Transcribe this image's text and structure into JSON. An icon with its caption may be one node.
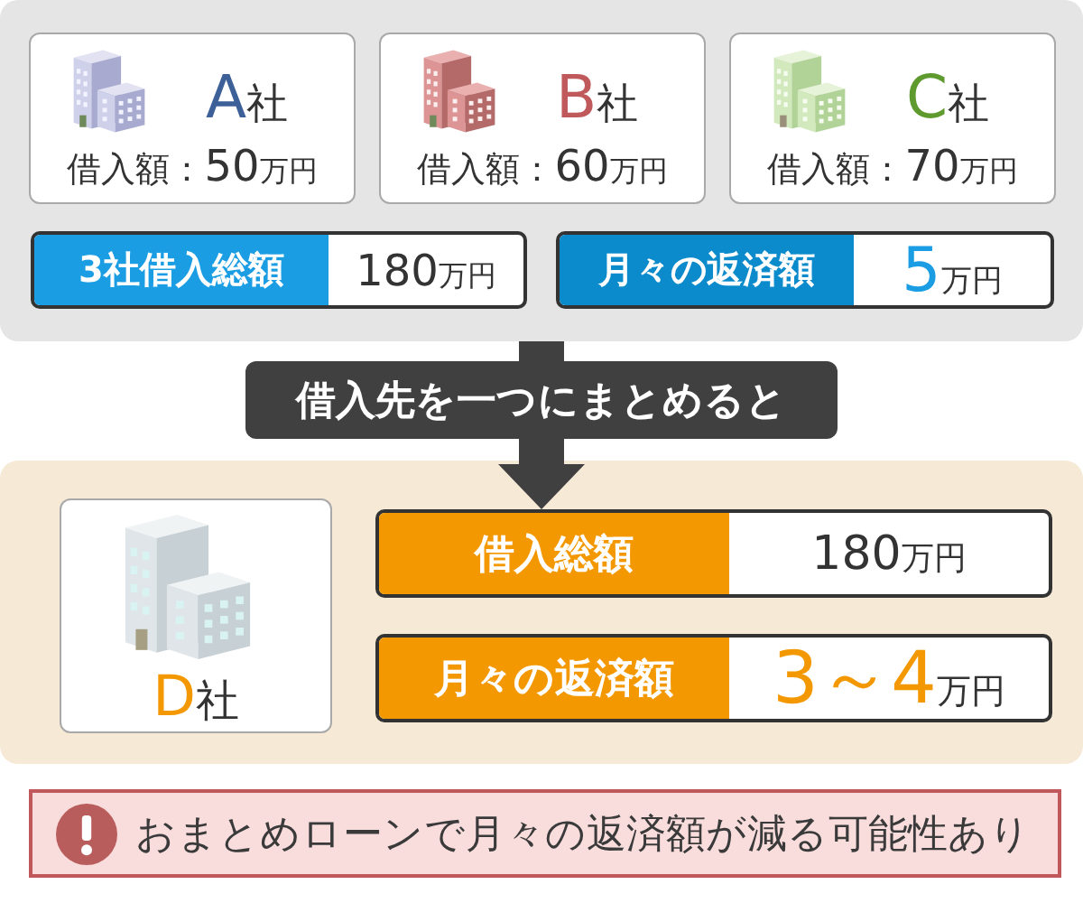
{
  "diagram": {
    "nodes": [
      {
        "text": [],
        "shape": "box"
      },
      {
        "text": [
          "A社",
          "借入額：50万円"
        ],
        "in": 0
      },
      {
        "text": [
          "B社",
          "借入額：60万円"
        ],
        "in": 0
      },
      {
        "text": [
          "C社",
          "借入額：70万円"
        ],
        "in": 0
      },
      {
        "text": [
          "3社借入総額",
          "180万円"
        ],
        "in": 0
      },
      {
        "text": [
          "月々の返済額",
          "5万円"
        ],
        "in": 0
      },
      {
        "text": [],
        "shape": "box"
      },
      {
        "text": [
          "D社"
        ],
        "in": 6
      },
      {
        "text": [
          "借入総額",
          "180万円"
        ],
        "in": 6
      },
      {
        "text": [
          "月々の返済額",
          "3～4万円"
        ],
        "in": 6
      },
      {
        "text": [
          "おまとめローンで月々の返済額が減る可能性あり"
        ]
      }
    ],
    "edges": [
      {
        "from": 0,
        "to": 8,
        "arrow": "to",
        "label": "借入先を一つにまとめると"
      }
    ]
  }
}
